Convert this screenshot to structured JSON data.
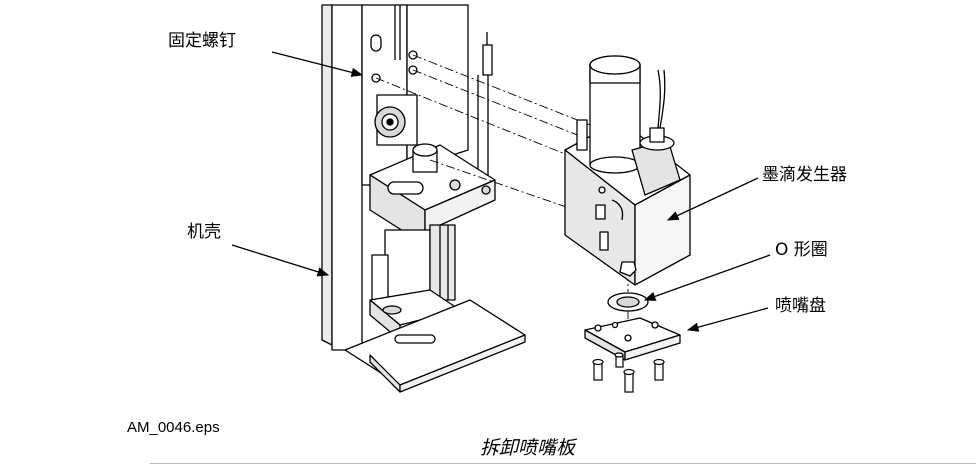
{
  "callouts": {
    "fixing_screws": "固定螺钉",
    "housing": "机壳",
    "droplet_generator": "墨滴发生器",
    "o_ring": "O 形圈",
    "nozzle_plate": "喷嘴盘"
  },
  "file_name": "AM_0046.eps",
  "caption": "拆卸喷嘴板",
  "colors": {
    "line": "#000000",
    "background": "#ffffff",
    "shade": "#d9d9d9",
    "rule": "#bbbbbb"
  }
}
